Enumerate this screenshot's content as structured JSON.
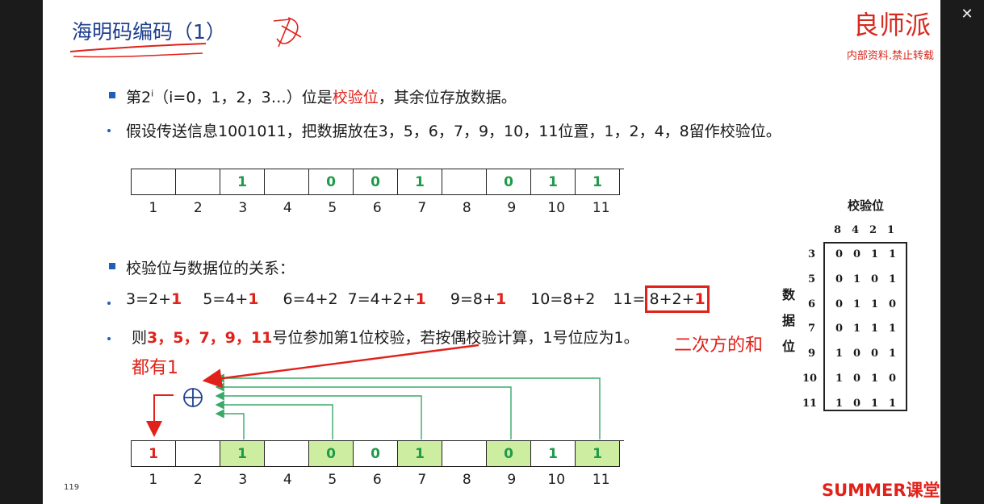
{
  "window": {
    "close_icon": "close-icon"
  },
  "slide": {
    "title": "海明码编码（1）",
    "brand": "良师派",
    "brand_sub": "内部资料.禁止转载",
    "line1": {
      "pre": "第2",
      "sup": "i",
      "mid": "（i=0，1，2，3…）位是",
      "highlight": "校验位",
      "post": "，其余位存放数据。"
    },
    "line2": "假设传送信息1001011，把数据放在3，5，6，7，9，10，11位置，1，2，4，8留作校验位。",
    "table1": {
      "values": [
        "",
        "",
        "1",
        "",
        "0",
        "0",
        "1",
        "",
        "0",
        "1",
        "1"
      ],
      "indices": [
        "1",
        "2",
        "3",
        "4",
        "5",
        "6",
        "7",
        "8",
        "9",
        "10",
        "11"
      ]
    },
    "section2_title": "校验位与数据位的关系：",
    "relations": [
      {
        "eq": "3=2+",
        "bold": "1"
      },
      {
        "eq": "5=4+",
        "bold": "1"
      },
      {
        "eq": "6=4+2",
        "bold": ""
      },
      {
        "eq": "7=4+2+",
        "bold": "1"
      },
      {
        "eq": "9=8+",
        "bold": "1"
      },
      {
        "eq": "10=8+2",
        "bold": ""
      },
      {
        "eq": "11=",
        "boxed": "8+2+",
        "bold": "1"
      }
    ],
    "line4": {
      "pre": "则",
      "bold": "3，5，7，9，11",
      "post": "号位参加第1位校验，若按偶校验计算，1号位应为1。"
    },
    "handwritten_note1": "二次方的和",
    "handwritten_note2": "都有1",
    "xor_symbol": "⊕",
    "table2": {
      "values": [
        "1",
        "",
        "1",
        "",
        "0",
        "0",
        "1",
        "",
        "0",
        "1",
        "1"
      ],
      "highlighted": [
        false,
        false,
        true,
        false,
        true,
        false,
        true,
        false,
        true,
        false,
        true
      ],
      "indices": [
        "1",
        "2",
        "3",
        "4",
        "5",
        "6",
        "7",
        "8",
        "9",
        "10",
        "11"
      ]
    },
    "matrix": {
      "title": "校验位",
      "headers": [
        "8",
        "4",
        "2",
        "1"
      ],
      "side_label": [
        "数",
        "据",
        "位"
      ],
      "rows": [
        {
          "label": "3",
          "bits": [
            "0",
            "0",
            "1",
            "1"
          ]
        },
        {
          "label": "5",
          "bits": [
            "0",
            "1",
            "0",
            "1"
          ]
        },
        {
          "label": "6",
          "bits": [
            "0",
            "1",
            "1",
            "0"
          ]
        },
        {
          "label": "7",
          "bits": [
            "0",
            "1",
            "1",
            "1"
          ]
        },
        {
          "label": "9",
          "bits": [
            "1",
            "0",
            "0",
            "1"
          ]
        },
        {
          "label": "10",
          "bits": [
            "1",
            "0",
            "1",
            "0"
          ]
        },
        {
          "label": "11",
          "bits": [
            "1",
            "0",
            "1",
            "1"
          ]
        }
      ]
    },
    "page_number": "119",
    "footer_brand": "SUMMER课堂"
  },
  "colors": {
    "title": "#1f3f8f",
    "accent_red": "#e0221a",
    "data_green": "#1f9a4a",
    "highlight_green": "#cdeea0",
    "bullet_blue": "#1f5fb8"
  }
}
